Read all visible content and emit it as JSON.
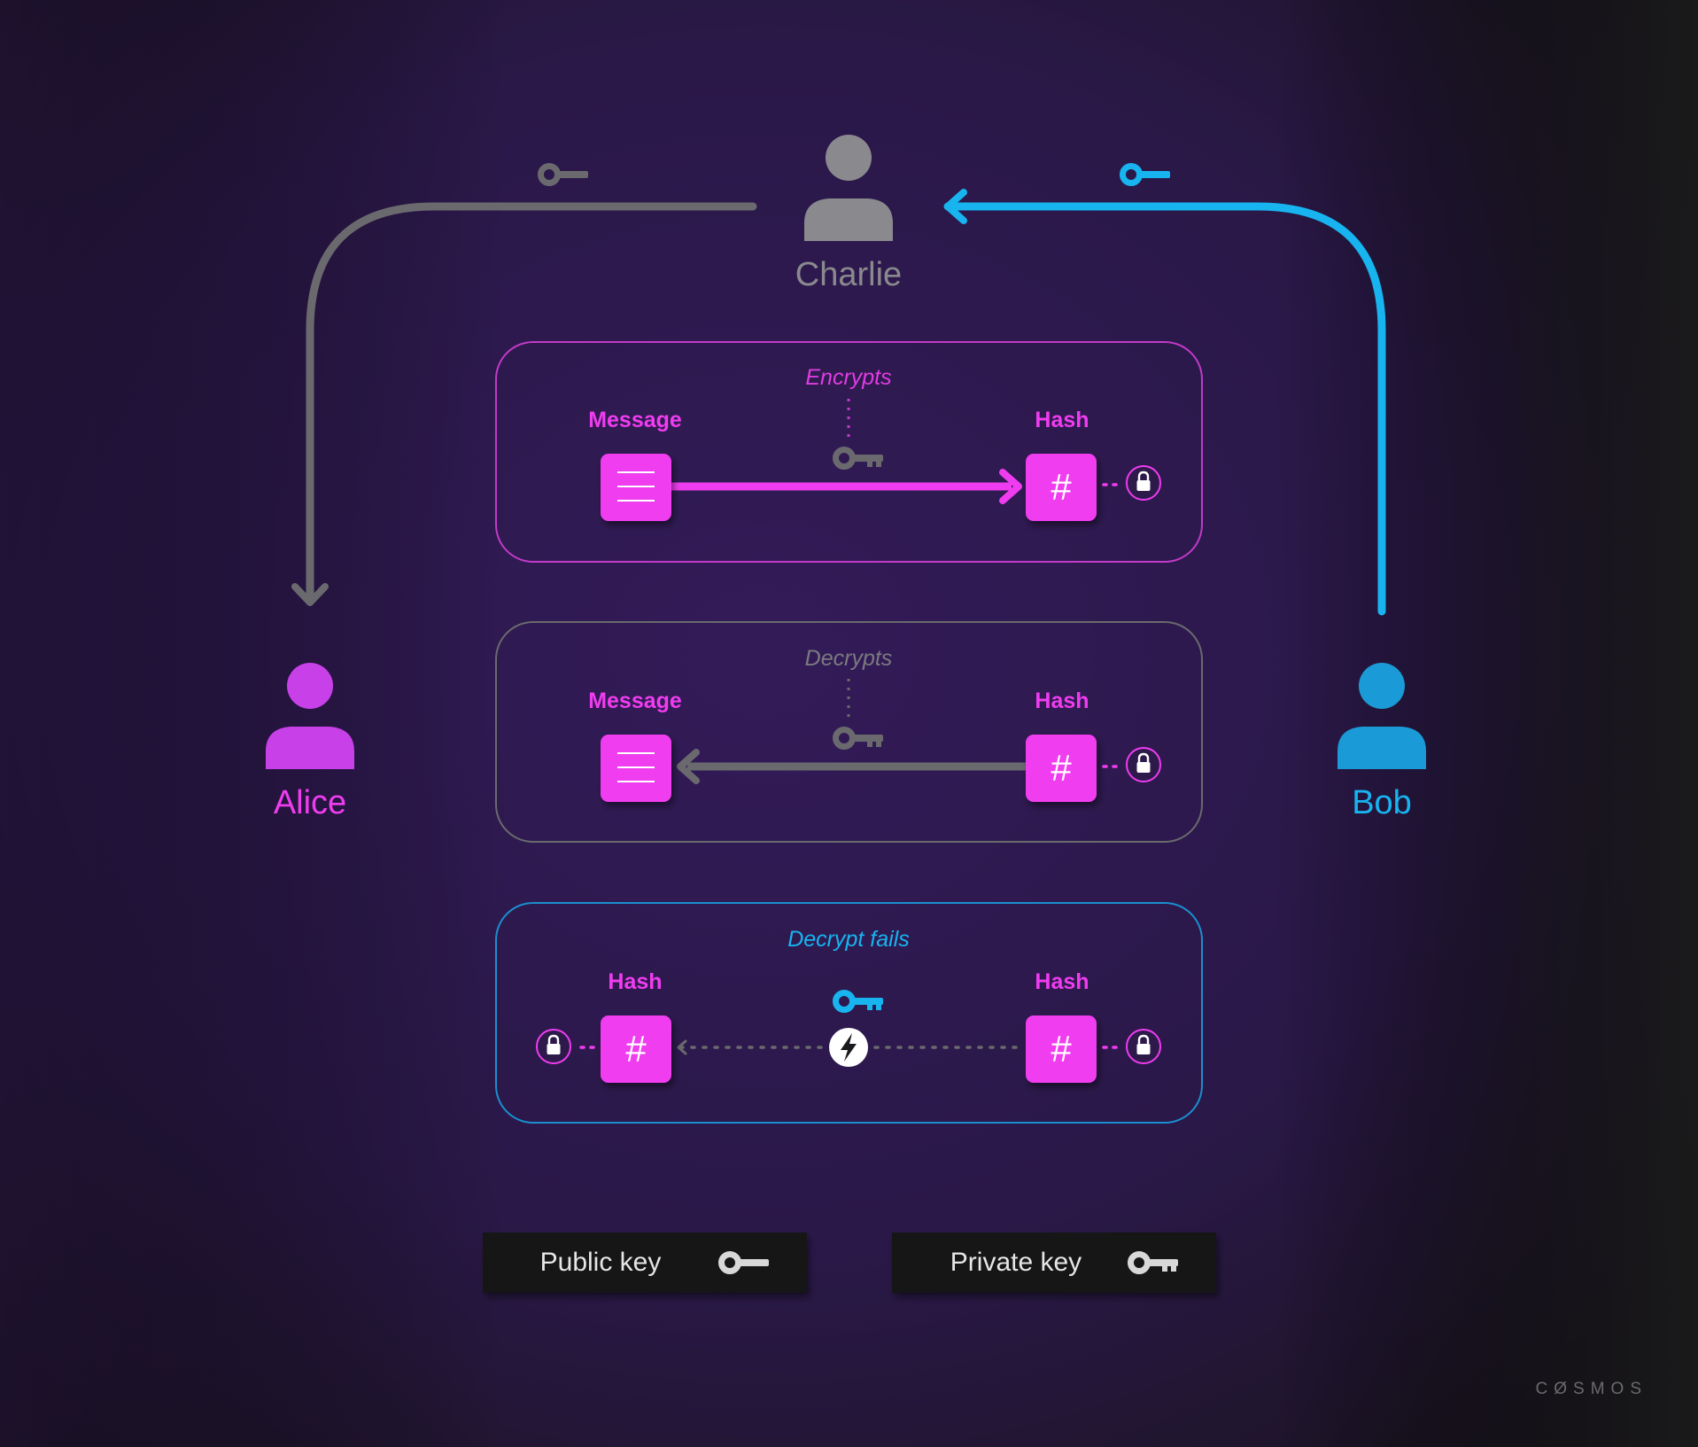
{
  "colors": {
    "magenta": "#f03cf0",
    "blue": "#17b4f0",
    "gray": "#6a6a6e",
    "charlie_gray": "#8a8a8e",
    "alice_purple": "#c840e8",
    "bob_blue": "#1a9ad6",
    "legend_bg": "#141414"
  },
  "people": {
    "charlie": {
      "name": "Charlie",
      "icon": "person-icon"
    },
    "alice": {
      "name": "Alice",
      "icon": "person-icon"
    },
    "bob": {
      "name": "Bob",
      "icon": "person-icon"
    }
  },
  "panels": {
    "encrypts": {
      "title": "Encrypts",
      "left_label": "Message",
      "right_label": "Hash",
      "left_symbol": "",
      "right_symbol": "#"
    },
    "decrypts": {
      "title": "Decrypts",
      "left_label": "Message",
      "right_label": "Hash",
      "left_symbol": "",
      "right_symbol": "#"
    },
    "decrypt_fails": {
      "title": "Decrypt fails",
      "left_label": "Hash",
      "right_label": "Hash",
      "left_symbol": "#",
      "right_symbol": "#"
    }
  },
  "legend": {
    "public_key": "Public key",
    "private_key": "Private key"
  },
  "logo": "CØSMOS"
}
